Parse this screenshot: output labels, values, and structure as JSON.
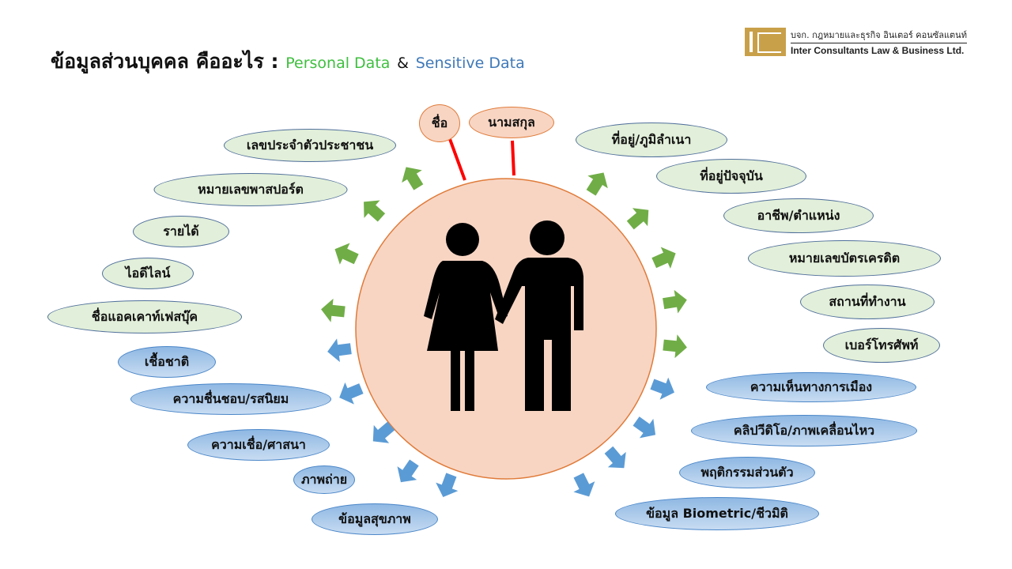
{
  "title": {
    "main": "ข้อมูลส่วนบุคคล คืออะไร :",
    "personal": "Personal Data",
    "amp": "&",
    "sensitive": "Sensitive Data"
  },
  "logo": {
    "thai": "บจก. กฎหมายและธุรกิจ อินเตอร์ คอนซัลแตนท์",
    "english": "Inter Consultants Law & Business Ltd."
  },
  "name_items": [
    "ชื่อ",
    "นามสกุล"
  ],
  "personal_left": [
    "เลขประจำตัวประชาชน",
    "หมายเลขพาสปอร์ต",
    "รายได้",
    "ไอดีไลน์",
    "ชื่อแอคเคาท์เฟสบุ๊ค"
  ],
  "sensitive_left": [
    "เชื้อชาติ",
    "ความชื่นชอบ/รสนิยม",
    "ความเชื่อ/ศาสนา",
    "ภาพถ่าย",
    "ข้อมูลสุขภาพ"
  ],
  "personal_right": [
    "ที่อยู่/ภูมิลำเนา",
    "ที่อยู่ปัจจุบัน",
    "อาชีพ/ตำแหน่ง",
    "หมายเลขบัตรเครดิต",
    "สถานที่ทำงาน",
    "เบอร์โทรศัพท์"
  ],
  "sensitive_right": [
    "ความเห็นทางการเมือง",
    "คลิปวีดิโอ/ภาพเคลื่อนไหว",
    "พฤติกรรมส่วนตัว",
    "ข้อมูล Biometric/ชีวมิติ"
  ],
  "colors": {
    "personal_arrow": "#70ad47",
    "sensitive_arrow": "#5b9bd5",
    "circle_fill": "#f8d5c3",
    "circle_stroke": "#e07b39",
    "connector": "#ff0000"
  }
}
